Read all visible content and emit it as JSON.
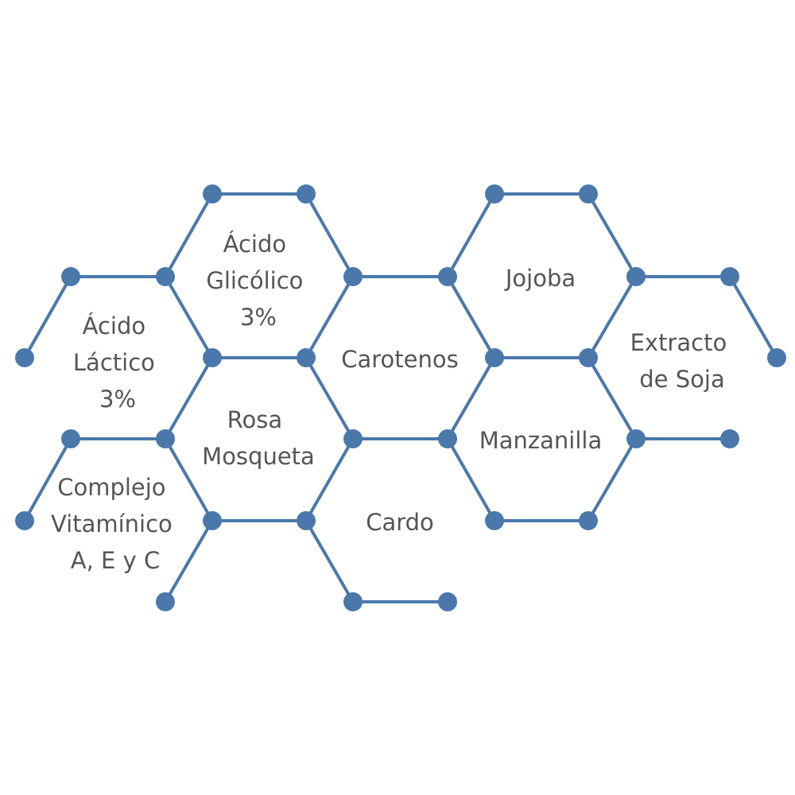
{
  "colors": {
    "accent": "#4a78ab",
    "text": "#555555",
    "background": "#ffffff"
  },
  "labels": {
    "acido_glicolico": [
      "Ácido",
      "Glicólico",
      "3%"
    ],
    "acido_lactico": [
      "Ácido",
      "Láctico",
      "3%"
    ],
    "carotenos": [
      "Carotenos"
    ],
    "jojoba": [
      "Jojoba"
    ],
    "extracto_soja": [
      "Extracto",
      "de Soja"
    ],
    "rosa_mosqueta": [
      "Rosa",
      "Mosqueta"
    ],
    "manzanilla": [
      "Manzanilla"
    ],
    "complejo_vitaminico": [
      "Complejo",
      "Vitamínico",
      "A, E y C"
    ],
    "cardo": [
      "Cardo"
    ]
  }
}
